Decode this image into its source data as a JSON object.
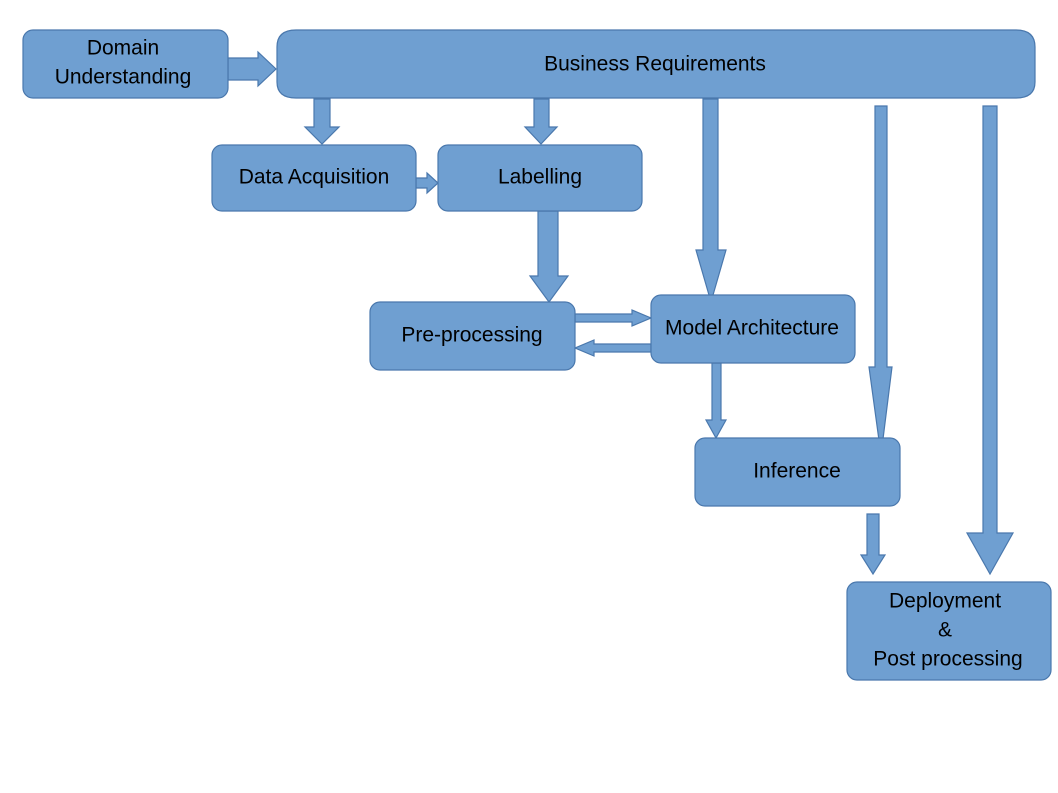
{
  "diagram": {
    "nodes": {
      "domain_understanding": {
        "line1": "Domain",
        "line2": "Understanding"
      },
      "business_requirements": {
        "label": "Business Requirements"
      },
      "data_acquisition": {
        "label": "Data Acquisition"
      },
      "labelling": {
        "label": "Labelling"
      },
      "preprocessing": {
        "label": "Pre-processing"
      },
      "model_architecture": {
        "label": "Model Architecture"
      },
      "inference": {
        "label": "Inference"
      },
      "deployment": {
        "line1": "Deployment",
        "line2": "&",
        "line3": "Post processing"
      }
    },
    "edges": [
      {
        "from": "Domain Understanding",
        "to": "Business Requirements"
      },
      {
        "from": "Business Requirements",
        "to": "Data Acquisition"
      },
      {
        "from": "Business Requirements",
        "to": "Labelling"
      },
      {
        "from": "Business Requirements",
        "to": "Model Architecture"
      },
      {
        "from": "Business Requirements",
        "to": "Inference"
      },
      {
        "from": "Business Requirements",
        "to": "Deployment & Post processing"
      },
      {
        "from": "Data Acquisition",
        "to": "Labelling"
      },
      {
        "from": "Labelling",
        "to": "Pre-processing"
      },
      {
        "from": "Pre-processing",
        "to": "Model Architecture"
      },
      {
        "from": "Model Architecture",
        "to": "Pre-processing"
      },
      {
        "from": "Model Architecture",
        "to": "Inference"
      },
      {
        "from": "Inference",
        "to": "Deployment & Post processing"
      }
    ],
    "colors": {
      "box_fill": "#6f9fd1",
      "box_stroke": "#4a78ad",
      "text": "#000000",
      "background": "#ffffff"
    }
  }
}
